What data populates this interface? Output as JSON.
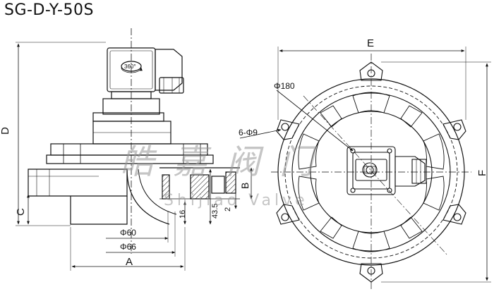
{
  "title": "SG-D-Y-50S",
  "side_view": {
    "label_d": "D",
    "label_c": "C",
    "label_b": "B",
    "label_a": "A",
    "label_phi60": "Φ60",
    "label_phi66": "Φ66",
    "label_16": "16",
    "label_43_5": "43.5",
    "label_2": "2",
    "coil_rotation": "360°"
  },
  "top_view": {
    "label_e": "E",
    "label_f": "F",
    "label_phi180": "Φ180",
    "label_holes": "6-Φ9"
  },
  "watermark": {
    "chinese": "皓 嘉 阀 门",
    "english": "Shijiao Valve"
  }
}
